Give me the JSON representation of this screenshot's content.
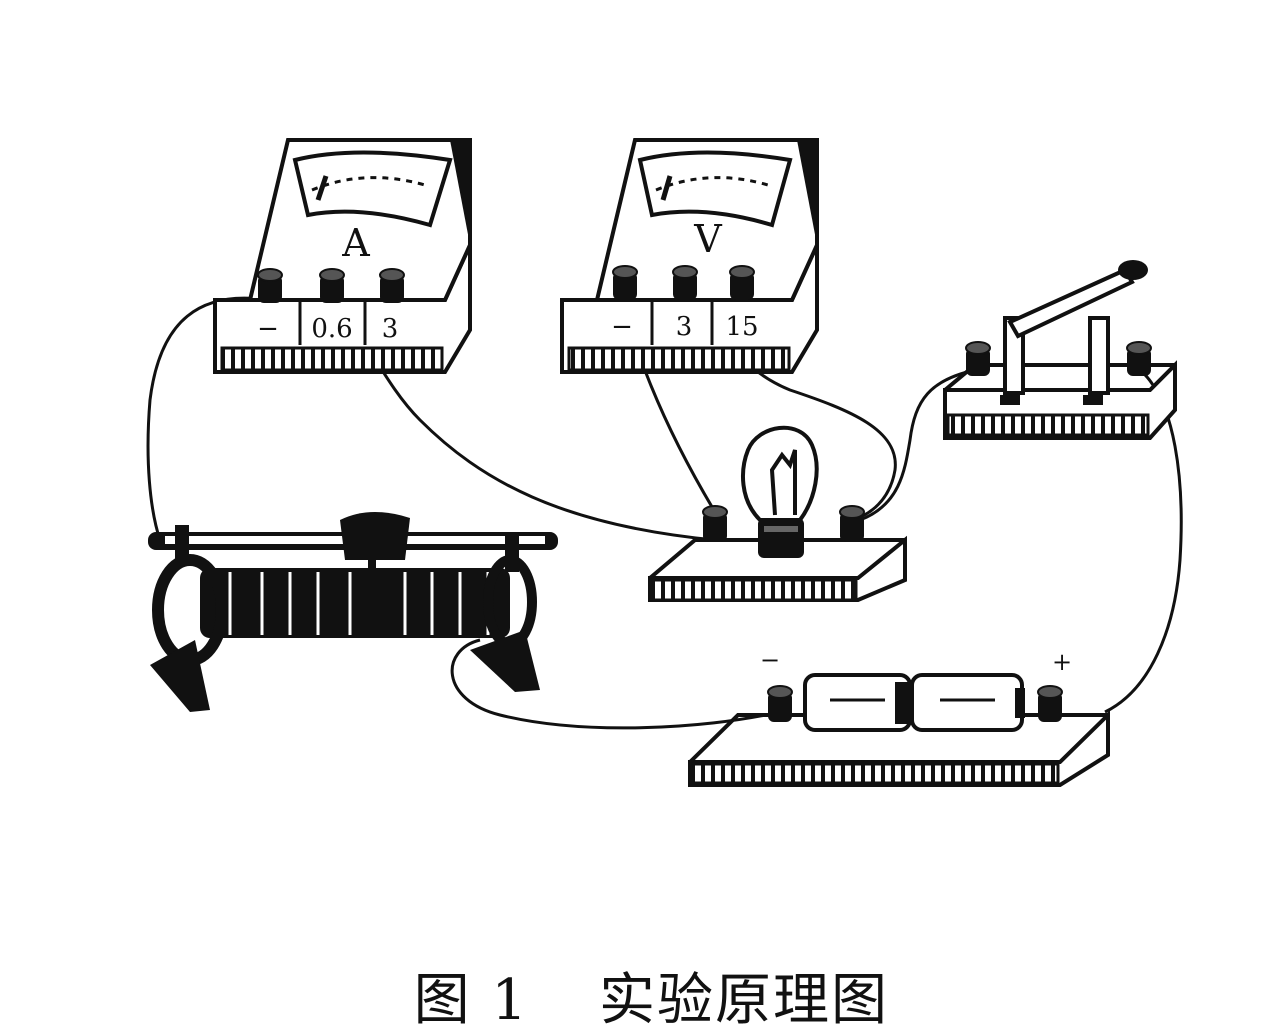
{
  "ammeter": {
    "symbol": "A",
    "terminals": [
      "−",
      "0.6",
      "3"
    ]
  },
  "voltmeter": {
    "symbol": "V",
    "terminals": [
      "−",
      "3",
      "15"
    ]
  },
  "battery": {
    "neg_sign": "−",
    "pos_sign": "+"
  },
  "caption": {
    "number": "图 1",
    "title": "实验原理图"
  }
}
